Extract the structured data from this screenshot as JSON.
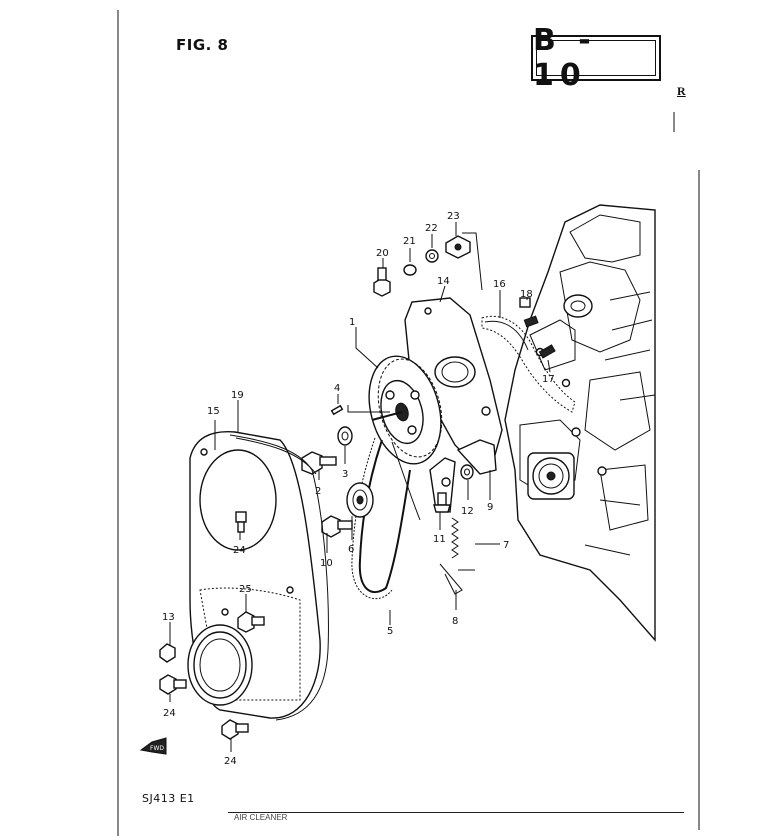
{
  "header": {
    "figure": "FIG. 8",
    "section_code": "B - 10",
    "edge_mark": "R"
  },
  "footer": {
    "model_code": "SJ413 E1",
    "strip_text": "AIR CLEANER"
  },
  "fwd_marker": "FWD",
  "callouts": {
    "c1": "1",
    "c2": "2",
    "c3": "3",
    "c4": "4",
    "c5": "5",
    "c6": "6",
    "c7": "7",
    "c8": "8",
    "c9": "9",
    "c10": "10",
    "c11": "11",
    "c12": "12",
    "c13": "13",
    "c14": "14",
    "c15": "15",
    "c16": "16",
    "c17": "17",
    "c18": "18",
    "c19": "19",
    "c20": "20",
    "c21": "21",
    "c22": "22",
    "c23": "23",
    "c24a": "24",
    "c24b": "24",
    "c24c": "24",
    "c25": "25"
  }
}
